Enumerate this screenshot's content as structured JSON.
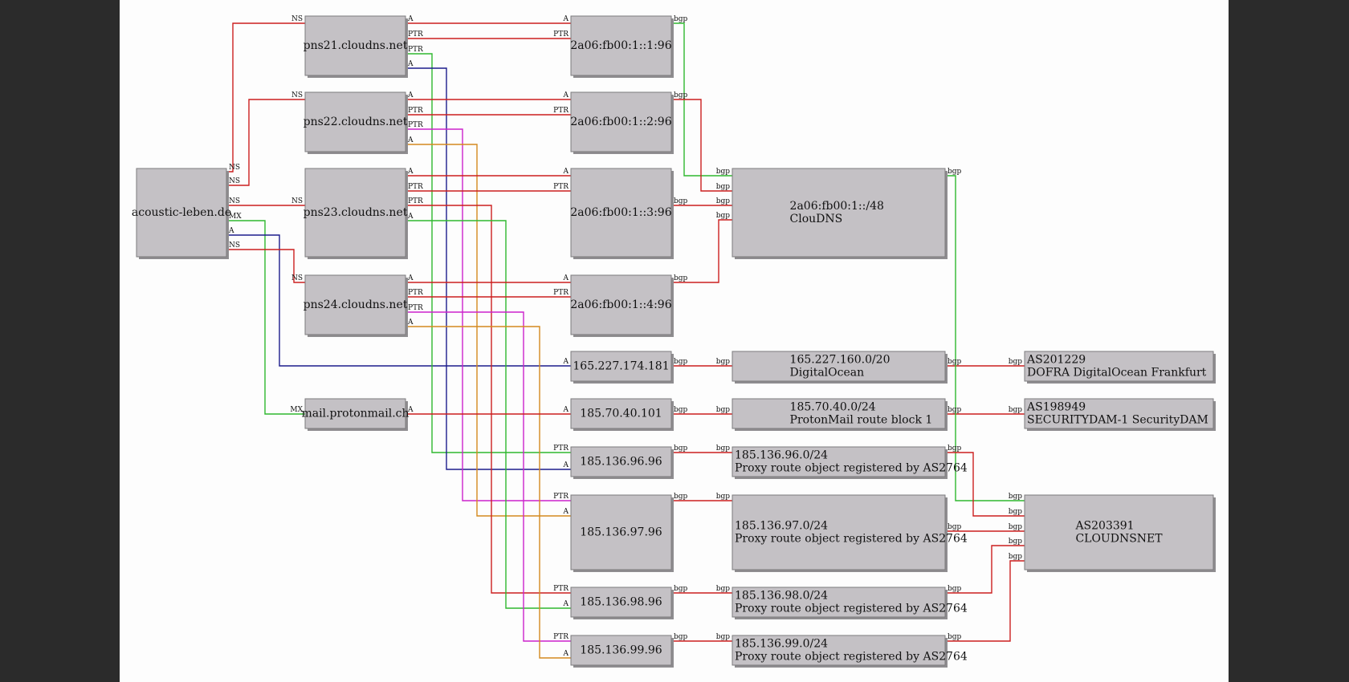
{
  "colors": {
    "red": "#cc1f1f",
    "green": "#2fb82f",
    "navy": "#1c1c8c",
    "magenta": "#cc22cc",
    "orange": "#d48a1e",
    "box": "#c4c1c5"
  },
  "nodes": [
    {
      "id": "acoustic",
      "lines": [
        "acoustic-leben.de"
      ]
    },
    {
      "id": "pns21",
      "lines": [
        "pns21.cloudns.net"
      ]
    },
    {
      "id": "pns22",
      "lines": [
        "pns22.cloudns.net"
      ]
    },
    {
      "id": "pns23",
      "lines": [
        "pns23.cloudns.net"
      ]
    },
    {
      "id": "pns24",
      "lines": [
        "pns24.cloudns.net"
      ]
    },
    {
      "id": "mail",
      "lines": [
        "mail.protonmail.ch"
      ]
    },
    {
      "id": "v6_1",
      "lines": [
        "2a06:fb00:1::1:96"
      ]
    },
    {
      "id": "v6_2",
      "lines": [
        "2a06:fb00:1::2:96"
      ]
    },
    {
      "id": "v6_3",
      "lines": [
        "2a06:fb00:1::3:96"
      ]
    },
    {
      "id": "v6_4",
      "lines": [
        "2a06:fb00:1::4:96"
      ]
    },
    {
      "id": "ip165",
      "lines": [
        "165.227.174.181"
      ]
    },
    {
      "id": "ip185_70",
      "lines": [
        "185.70.40.101"
      ]
    },
    {
      "id": "ip96",
      "lines": [
        "185.136.96.96"
      ]
    },
    {
      "id": "ip97",
      "lines": [
        "185.136.97.96"
      ]
    },
    {
      "id": "ip98",
      "lines": [
        "185.136.98.96"
      ]
    },
    {
      "id": "ip99",
      "lines": [
        "185.136.99.96"
      ]
    },
    {
      "id": "cloudns_v6",
      "lines": [
        "2a06:fb00:1::/48",
        "ClouDNS"
      ]
    },
    {
      "id": "do_net",
      "lines": [
        "165.227.160.0/20",
        "DigitalOcean"
      ]
    },
    {
      "id": "pm_net",
      "lines": [
        "185.70.40.0/24",
        "ProtonMail route block 1"
      ]
    },
    {
      "id": "net96",
      "lines": [
        "185.136.96.0/24",
        "Proxy route object registered by AS2764"
      ]
    },
    {
      "id": "net97",
      "lines": [
        "185.136.97.0/24",
        "Proxy route object registered by AS2764"
      ]
    },
    {
      "id": "net98",
      "lines": [
        "185.136.98.0/24",
        "Proxy route object registered by AS2764"
      ]
    },
    {
      "id": "net99",
      "lines": [
        "185.136.99.0/24",
        "Proxy route object registered by AS2764"
      ]
    },
    {
      "id": "as201229",
      "lines": [
        "AS201229",
        "DOFRA DigitalOcean Frankfurt"
      ]
    },
    {
      "id": "as198949",
      "lines": [
        "AS198949",
        "SECURITYDAM-1 SecurityDAM"
      ]
    },
    {
      "id": "as203391",
      "lines": [
        "AS203391",
        "CLOUDNSNET"
      ]
    }
  ],
  "edges": [
    {
      "from": "acoustic",
      "to": "pns21",
      "label_from": "NS",
      "label_to": "NS",
      "color": "red"
    },
    {
      "from": "acoustic",
      "to": "pns22",
      "label_from": "NS",
      "label_to": "NS",
      "color": "red"
    },
    {
      "from": "acoustic",
      "to": "pns23",
      "label_from": "NS",
      "label_to": "NS",
      "color": "red"
    },
    {
      "from": "acoustic",
      "to": "mail",
      "label_from": "MX",
      "label_to": "MX",
      "color": "green"
    },
    {
      "from": "acoustic",
      "to": "ip165",
      "label_from": "A",
      "label_to": "A",
      "color": "navy"
    },
    {
      "from": "acoustic",
      "to": "pns24",
      "label_from": "NS",
      "label_to": "NS",
      "color": "red"
    },
    {
      "from": "pns21",
      "to": "v6_1",
      "label_from": "A",
      "label_to": "A",
      "color": "red"
    },
    {
      "from": "pns21",
      "to": "v6_1",
      "label_from": "PTR",
      "label_to": "PTR",
      "color": "red"
    },
    {
      "from": "pns21",
      "to": "ip96",
      "label_from": "PTR",
      "label_to": "PTR",
      "color": "green"
    },
    {
      "from": "pns21",
      "to": "ip96",
      "label_from": "A",
      "label_to": "A",
      "color": "navy"
    },
    {
      "from": "pns22",
      "to": "v6_2",
      "label_from": "A",
      "label_to": "A",
      "color": "red"
    },
    {
      "from": "pns22",
      "to": "v6_2",
      "label_from": "PTR",
      "label_to": "PTR",
      "color": "red"
    },
    {
      "from": "pns22",
      "to": "ip97",
      "label_from": "PTR",
      "label_to": "PTR",
      "color": "magenta"
    },
    {
      "from": "pns22",
      "to": "ip97",
      "label_from": "A",
      "label_to": "A",
      "color": "orange"
    },
    {
      "from": "pns23",
      "to": "v6_3",
      "label_from": "A",
      "label_to": "A",
      "color": "red"
    },
    {
      "from": "pns23",
      "to": "v6_3",
      "label_from": "PTR",
      "label_to": "PTR",
      "color": "red"
    },
    {
      "from": "pns23",
      "to": "ip98",
      "label_from": "PTR",
      "label_to": "PTR",
      "color": "red"
    },
    {
      "from": "pns23",
      "to": "ip98",
      "label_from": "A",
      "label_to": "A",
      "color": "green"
    },
    {
      "from": "pns24",
      "to": "v6_4",
      "label_from": "A",
      "label_to": "A",
      "color": "red"
    },
    {
      "from": "pns24",
      "to": "v6_4",
      "label_from": "PTR",
      "label_to": "PTR",
      "color": "red"
    },
    {
      "from": "pns24",
      "to": "ip99",
      "label_from": "PTR",
      "label_to": "PTR",
      "color": "magenta"
    },
    {
      "from": "pns24",
      "to": "ip99",
      "label_from": "A",
      "label_to": "A",
      "color": "orange"
    },
    {
      "from": "mail",
      "to": "ip185_70",
      "label_from": "A",
      "label_to": "A",
      "color": "red"
    },
    {
      "from": "v6_1",
      "to": "cloudns_v6",
      "label_from": "bgp",
      "label_to": "bgp",
      "color": "green"
    },
    {
      "from": "v6_2",
      "to": "cloudns_v6",
      "label_from": "bgp",
      "label_to": "bgp",
      "color": "red"
    },
    {
      "from": "v6_3",
      "to": "cloudns_v6",
      "label_from": "bgp",
      "label_to": "bgp",
      "color": "red"
    },
    {
      "from": "v6_4",
      "to": "cloudns_v6",
      "label_from": "bgp",
      "label_to": "bgp",
      "color": "red"
    },
    {
      "from": "ip165",
      "to": "do_net",
      "label_from": "bgp",
      "label_to": "bgp",
      "color": "red"
    },
    {
      "from": "ip185_70",
      "to": "pm_net",
      "label_from": "bgp",
      "label_to": "bgp",
      "color": "red"
    },
    {
      "from": "ip96",
      "to": "net96",
      "label_from": "bgp",
      "label_to": "bgp",
      "color": "red"
    },
    {
      "from": "ip97",
      "to": "net97",
      "label_from": "bgp",
      "label_to": "bgp",
      "color": "red"
    },
    {
      "from": "ip98",
      "to": "net98",
      "label_from": "bgp",
      "label_to": "bgp",
      "color": "red"
    },
    {
      "from": "ip99",
      "to": "net99",
      "label_from": "bgp",
      "label_to": "bgp",
      "color": "red"
    },
    {
      "from": "do_net",
      "to": "as201229",
      "label_from": "bgp",
      "label_to": "bgp",
      "color": "red"
    },
    {
      "from": "pm_net",
      "to": "as198949",
      "label_from": "bgp",
      "label_to": "bgp",
      "color": "red"
    },
    {
      "from": "cloudns_v6",
      "to": "as203391",
      "label_from": "bgp",
      "label_to": "bgp",
      "color": "green"
    },
    {
      "from": "net96",
      "to": "as203391",
      "label_from": "bgp",
      "label_to": "bgp",
      "color": "red"
    },
    {
      "from": "net97",
      "to": "as203391",
      "label_from": "bgp",
      "label_to": "bgp",
      "color": "red"
    },
    {
      "from": "net98",
      "to": "as203391",
      "label_from": "bgp",
      "label_to": "bgp",
      "color": "red"
    },
    {
      "from": "net99",
      "to": "as203391",
      "label_from": "bgp",
      "label_to": "bgp",
      "color": "red"
    }
  ]
}
